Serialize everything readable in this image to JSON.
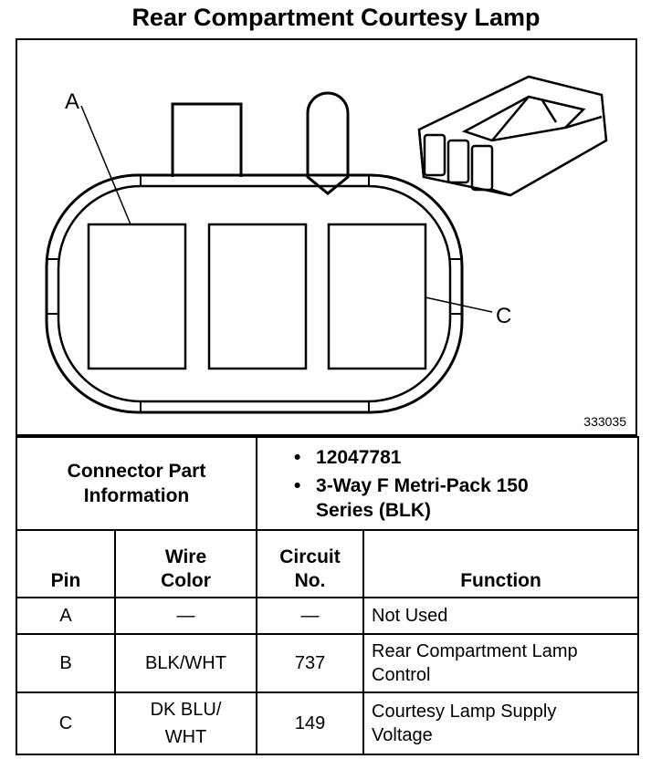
{
  "title": "Rear Compartment Courtesy Lamp",
  "diagram": {
    "label_a": "A",
    "label_c": "C",
    "figure_number": "333035"
  },
  "part_info": {
    "label": "Connector Part Information",
    "items": [
      "12047781",
      "3-Way F Metri-Pack 150 Series (BLK)"
    ]
  },
  "table": {
    "headers": {
      "pin": "Pin",
      "wire_color": "Wire Color",
      "circuit_no": "Circuit No.",
      "function": "Function"
    },
    "rows": [
      {
        "pin": "A",
        "wire_color": "—",
        "circuit": "—",
        "function": "Not Used"
      },
      {
        "pin": "B",
        "wire_color": "BLK/WHT",
        "circuit": "737",
        "function": "Rear Compartment Lamp Control"
      },
      {
        "pin": "C",
        "wire_color": "DK BLU/ WHT",
        "circuit": "149",
        "function": "Courtesy Lamp Supply Voltage"
      }
    ]
  }
}
